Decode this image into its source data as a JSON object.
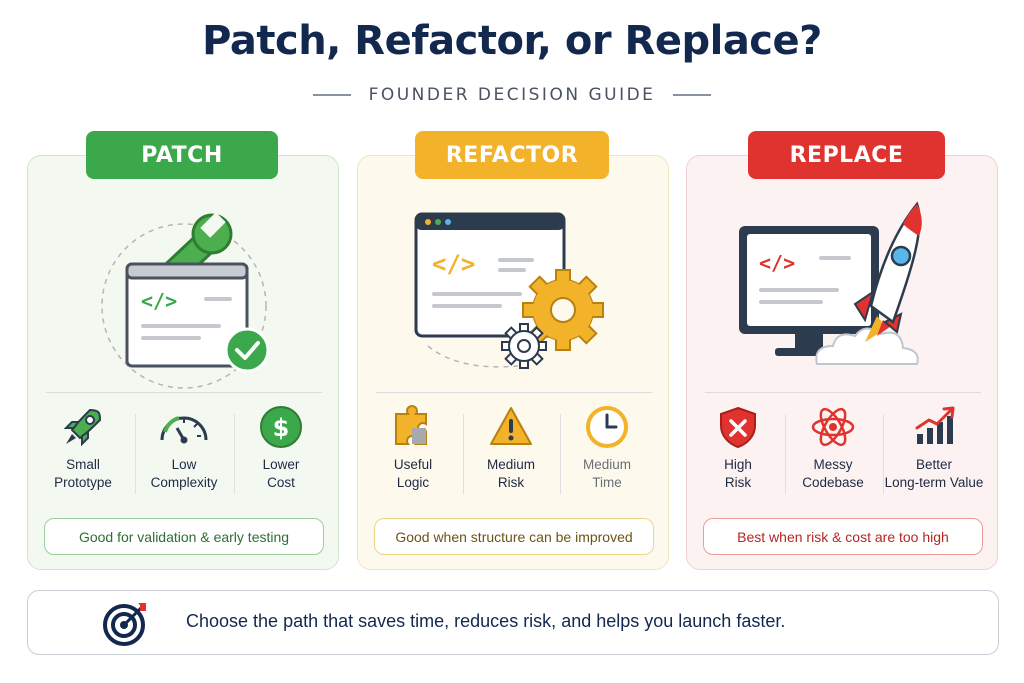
{
  "header": {
    "title": "Patch, Refactor, or Replace?",
    "subtitle": "FOUNDER DECISION GUIDE"
  },
  "cards": [
    {
      "label": "PATCH",
      "accent": "#3aa84b",
      "illustration": "browser-window-wrench-check",
      "metrics": [
        {
          "label": "Small\nPrototype",
          "icon": "rocket-icon"
        },
        {
          "label": "Low\nComplexity",
          "icon": "gauge-icon"
        },
        {
          "label": "Lower\nCost",
          "icon": "dollar-icon"
        }
      ],
      "note": "Good for validation & early testing"
    },
    {
      "label": "REFACTOR",
      "accent": "#f2b22a",
      "illustration": "browser-window-gears",
      "metrics": [
        {
          "label": "Useful\nLogic",
          "icon": "puzzle-icon"
        },
        {
          "label": "Medium\nRisk",
          "icon": "warning-icon"
        },
        {
          "label": "Medium\nTime",
          "icon": "clock-icon"
        }
      ],
      "note": "Good when structure can be improved"
    },
    {
      "label": "REPLACE",
      "accent": "#e0332f",
      "illustration": "monitor-rocket-launch",
      "metrics": [
        {
          "label": "High\nRisk",
          "icon": "shield-x-icon"
        },
        {
          "label": "Messy\nCodebase",
          "icon": "tangle-icon"
        },
        {
          "label": "Better\nLong-term Value",
          "icon": "growth-chart-icon"
        }
      ],
      "note": "Best when risk & cost are too high"
    }
  ],
  "footer": {
    "icon": "target-icon",
    "text": "Choose the path that saves time, reduces risk, and helps you launch faster."
  },
  "code_glyph": "</>"
}
